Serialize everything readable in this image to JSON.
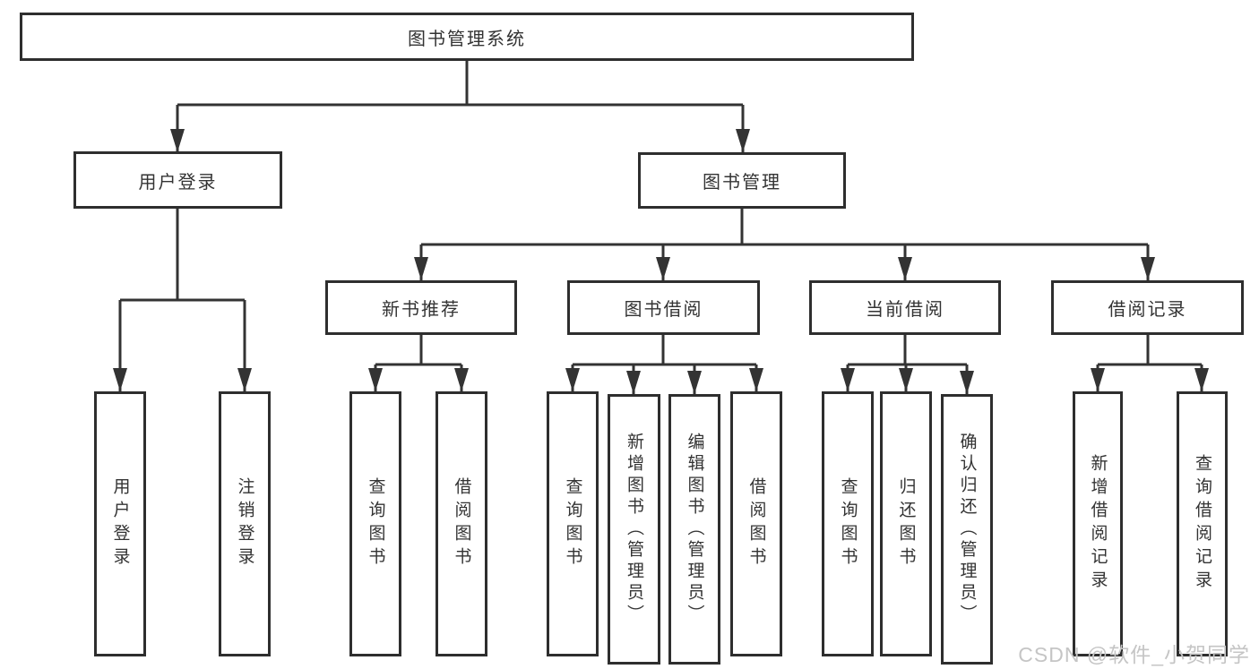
{
  "title": {
    "label": "图书管理系统"
  },
  "tree": {
    "login": {
      "label": "用户登录",
      "children": [
        {
          "label": "用户登录"
        },
        {
          "label": "注销登录"
        }
      ]
    },
    "management": {
      "label": "图书管理",
      "groups": [
        {
          "label": "新书推荐",
          "children": [
            {
              "label": "查询图书"
            },
            {
              "label": "借阅图书"
            }
          ]
        },
        {
          "label": "图书借阅",
          "children": [
            {
              "label": "查询图书"
            },
            {
              "label": "新增图书（管理员）"
            },
            {
              "label": "编辑图书（管理员）"
            },
            {
              "label": "借阅图书"
            }
          ]
        },
        {
          "label": "当前借阅",
          "children": [
            {
              "label": "查询图书"
            },
            {
              "label": "归还图书"
            },
            {
              "label": "确认归还（管理员）"
            }
          ]
        },
        {
          "label": "借阅记录",
          "children": [
            {
              "label": "新增借阅记录"
            },
            {
              "label": "查询借阅记录"
            }
          ]
        }
      ]
    }
  },
  "watermark": {
    "text": "CSDN @软件_小贺同学"
  },
  "colors": {
    "line": "#333333",
    "border": "#2e2e2e",
    "text": "#333333",
    "watermark": "#c5c5c5",
    "background": "#ffffff"
  }
}
